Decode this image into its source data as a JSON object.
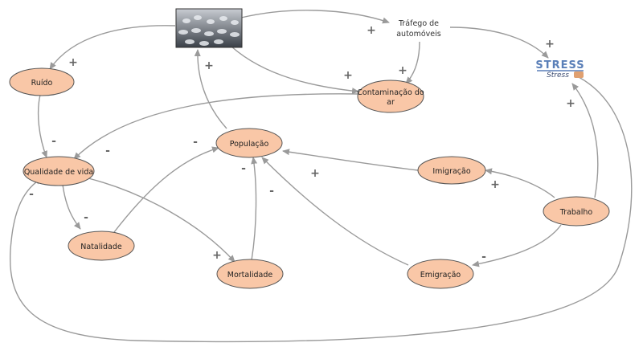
{
  "nodes": {
    "ruido": "Ruído",
    "qualidade": "Qualidade de vida",
    "natalidade": "Natalidade",
    "mortalidade": "Mortalidade",
    "populacao": "População",
    "imigracao": "Imigração",
    "emigracao": "Emigração",
    "trabalho": "Trabalho",
    "contaminacao_l1": "Contaminação do",
    "contaminacao_l2": "ar",
    "trafego_l1": "Tráfego de",
    "trafego_l2": "automóveis",
    "stress_logo": "STRESS",
    "stress_sub": "Stress"
  },
  "signs": {
    "plus": "+",
    "minus": "-"
  },
  "colors": {
    "node_fill": "#f9c7a7",
    "edge": "#9a9a9a",
    "stress_blue": "#5a7fb8"
  },
  "icons": {
    "parking_lot": "parking-lot-photo",
    "stress": "stress-logo-icon"
  }
}
